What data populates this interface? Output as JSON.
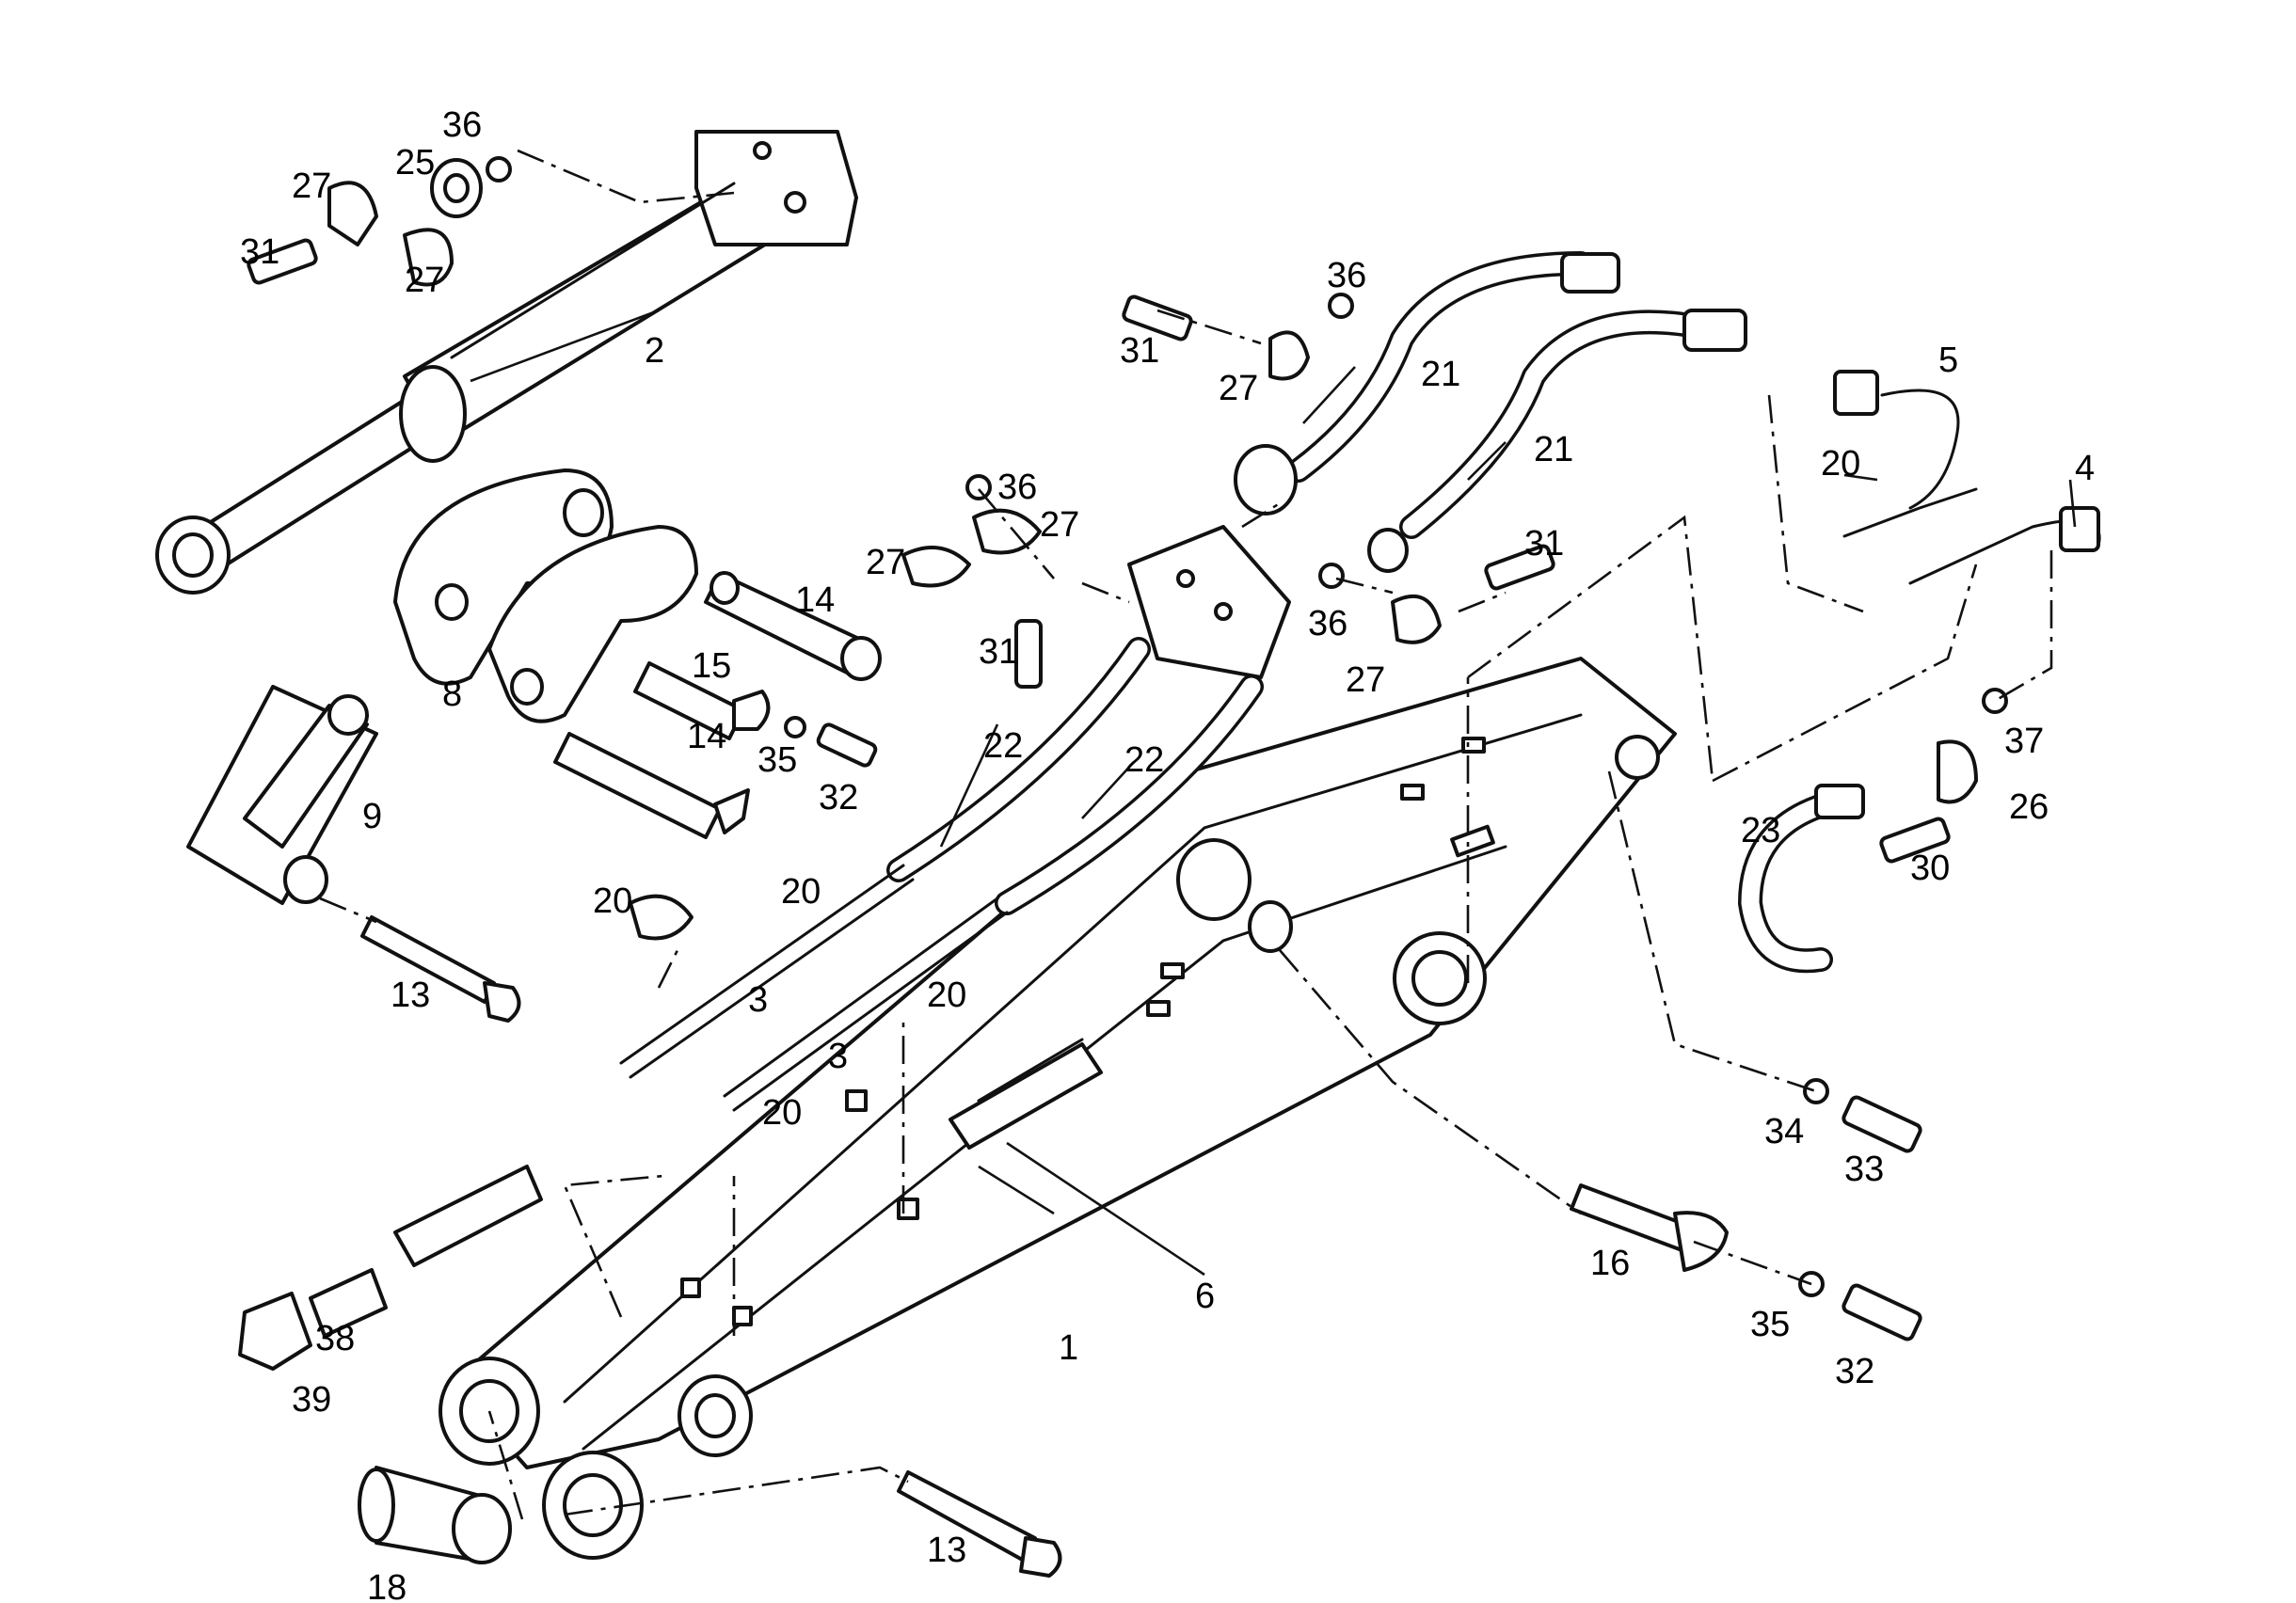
{
  "labels": {
    "l1": "1",
    "l2": "2",
    "l3a": "3",
    "l3b": "3",
    "l4": "4",
    "l5": "5",
    "l6": "6",
    "l8": "8",
    "l9": "9",
    "l13a": "13",
    "l13b": "13",
    "l14a": "14",
    "l14b": "14",
    "l15": "15",
    "l16": "16",
    "l18": "18",
    "l20a": "20",
    "l20b": "20",
    "l20c": "20",
    "l20d": "20",
    "l20e": "20",
    "l21a": "21",
    "l21b": "21",
    "l22a": "22",
    "l22b": "22",
    "l23": "23",
    "l25": "25",
    "l26": "26",
    "l27a": "27",
    "l27b": "27",
    "l27c": "27",
    "l27d": "27",
    "l27e": "27",
    "l27f": "27",
    "l30": "30",
    "l31a": "31",
    "l31b": "31",
    "l31c": "31",
    "l31d": "31",
    "l32a": "32",
    "l32b": "32",
    "l33": "33",
    "l34": "34",
    "l35a": "35",
    "l35b": "35",
    "l36a": "36",
    "l36b": "36",
    "l36c": "36",
    "l36d": "36",
    "l37": "37",
    "l38": "38",
    "l39": "39"
  }
}
